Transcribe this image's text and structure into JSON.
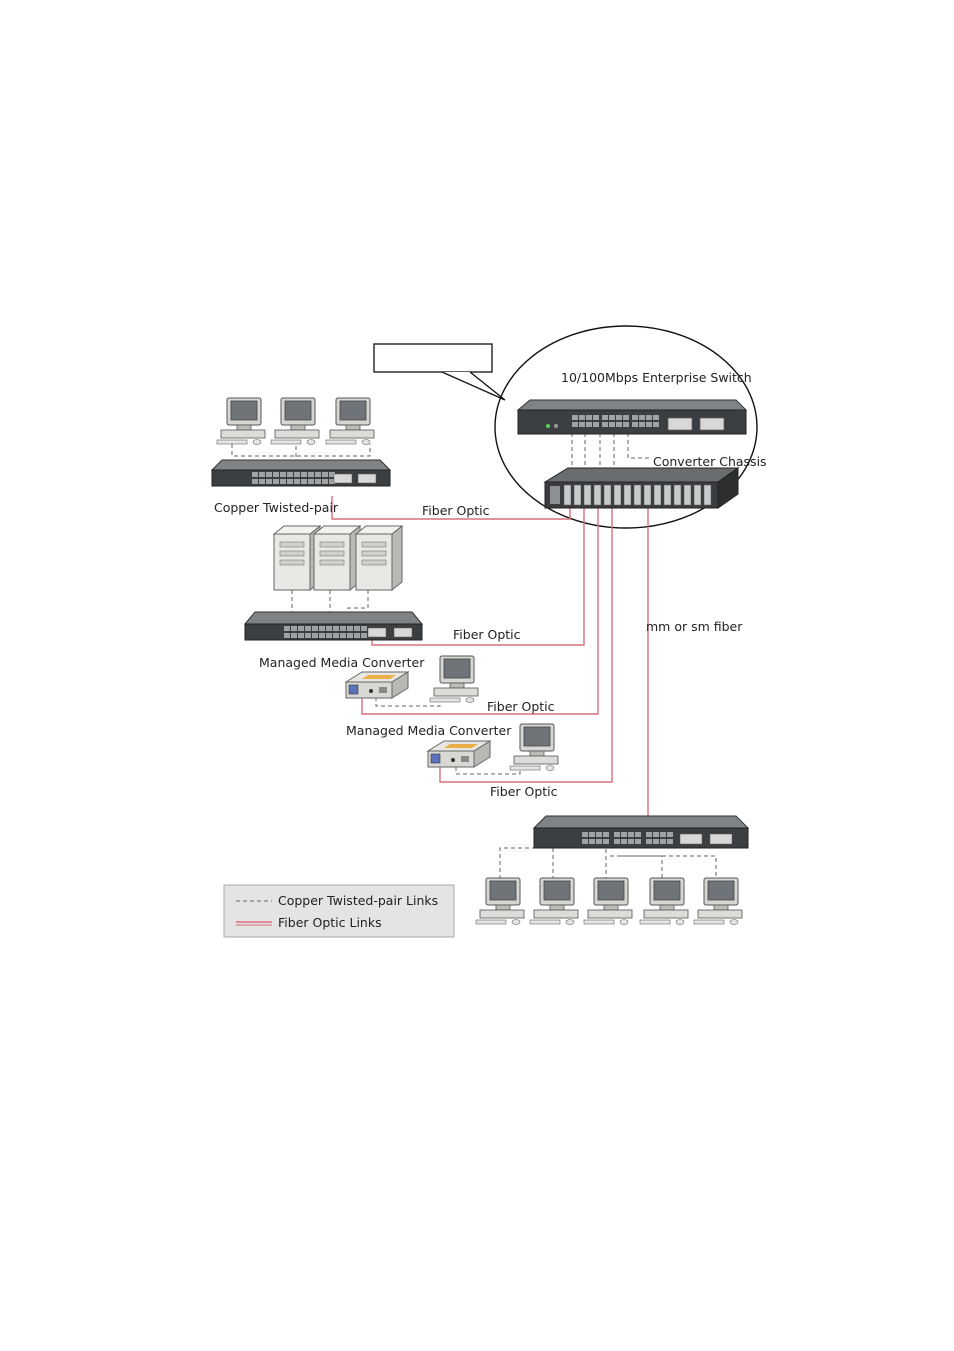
{
  "labels": {
    "enterprise_switch": "10/100Mbps Enterprise Switch",
    "converter_chassis": "Converter Chassis",
    "copper_twisted_pair": "Copper Twisted-pair",
    "fiber_optic_1": "Fiber Optic",
    "fiber_optic_2": "Fiber Optic",
    "fiber_optic_3": "Fiber Optic",
    "fiber_optic_4": "Fiber Optic",
    "managed_media_converter_1": "Managed Media Converter",
    "managed_media_converter_2": "Managed Media Converter",
    "mm_or_sm_fiber": "mm or sm fiber",
    "callout": ""
  },
  "legend": {
    "copper_label": "Copper Twisted-pair Links",
    "fiber_label": "Fiber Optic Links"
  },
  "colors": {
    "fiber": "#d9707c",
    "copper": "#666666",
    "device_dark": "#3c3f42",
    "device_light": "#c8cbcc",
    "legend_bg": "#e4e4e4"
  },
  "icons": [
    "desktop-computer-icon",
    "tower-server-icon",
    "ethernet-switch-icon",
    "media-converter-icon",
    "converter-chassis-icon"
  ]
}
